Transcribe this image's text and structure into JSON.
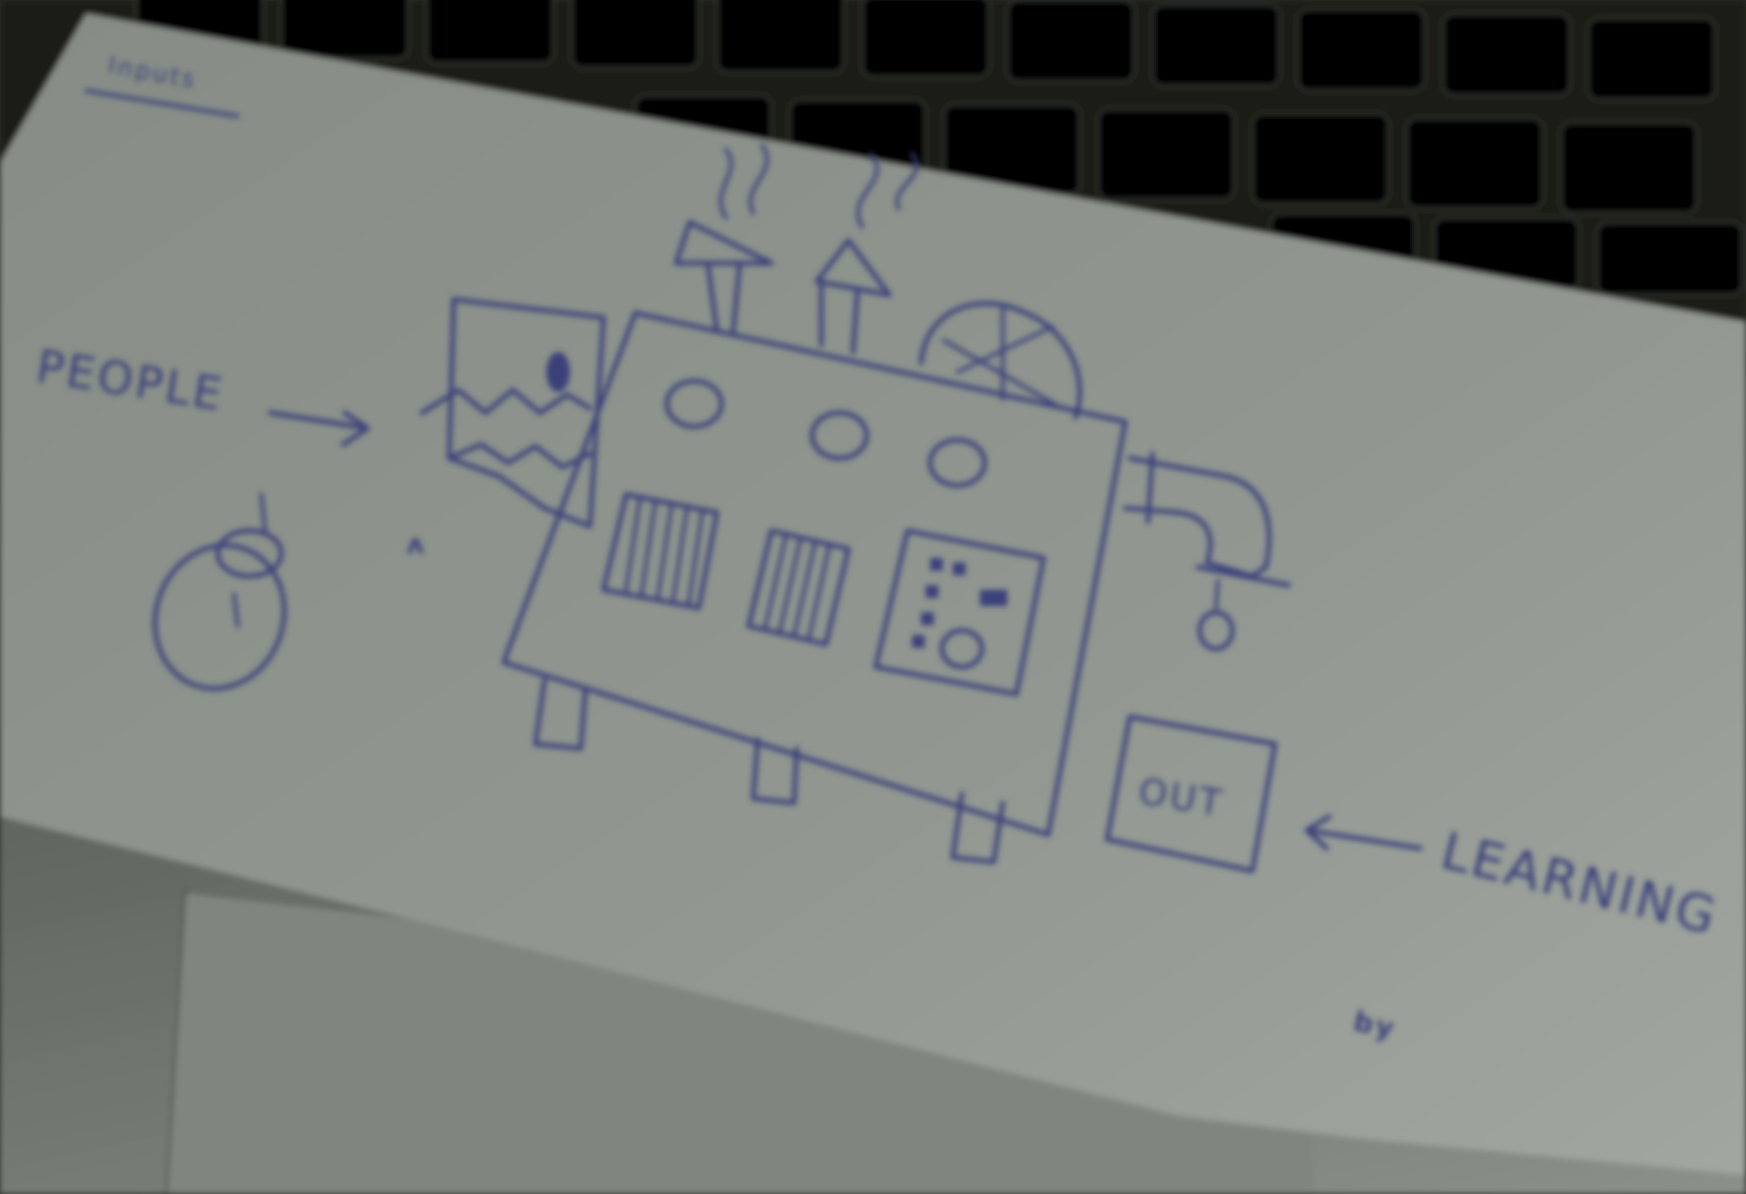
{
  "scene": {
    "description_colors": {
      "paper": "#8d938c",
      "paper_light": "#9aa09a",
      "keyboard": "#121212",
      "keys": "#050505",
      "laptop": "#747a74",
      "ink": "#3a3f7a"
    }
  },
  "drawing": {
    "corner_label": "Inputs",
    "input_label": "PEOPLE",
    "output_label": "LEARNING",
    "output_box_label": "OUT",
    "signature": "by"
  }
}
